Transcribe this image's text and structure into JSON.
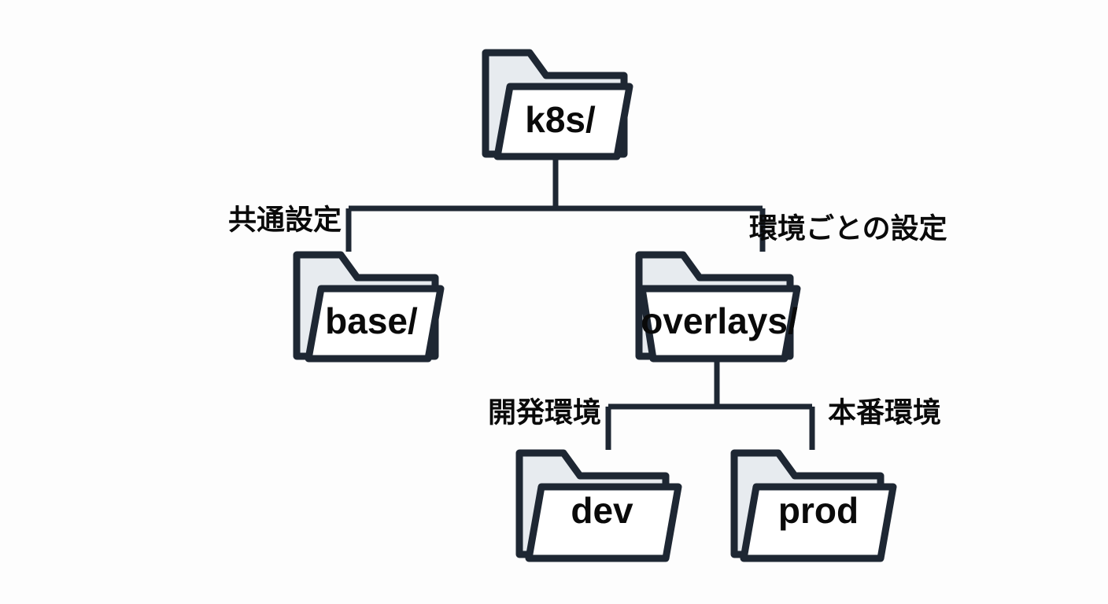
{
  "diagram": {
    "type": "tree",
    "background_color": "#fdfdfd",
    "stroke_color": "#1e2733",
    "folder_front_fill": "#ffffff",
    "folder_back_fill": "#e7ebef",
    "text_color": "#0a0a0a",
    "nodes": {
      "root": {
        "label": "k8s/",
        "font_size": 46
      },
      "base": {
        "label": "base/",
        "font_size": 46
      },
      "overlays": {
        "label": "overlays/",
        "font_size": 46
      },
      "dev": {
        "label": "dev",
        "font_size": 46
      },
      "prod": {
        "label": "prod",
        "font_size": 46
      }
    },
    "edge_labels": {
      "base": {
        "text": "共通設定",
        "font_size": 36
      },
      "overlays": {
        "text": "環境ごとの設定",
        "font_size": 36
      },
      "dev": {
        "text": "開発環境",
        "font_size": 36
      },
      "prod": {
        "text": "本番環境",
        "font_size": 36
      }
    }
  }
}
